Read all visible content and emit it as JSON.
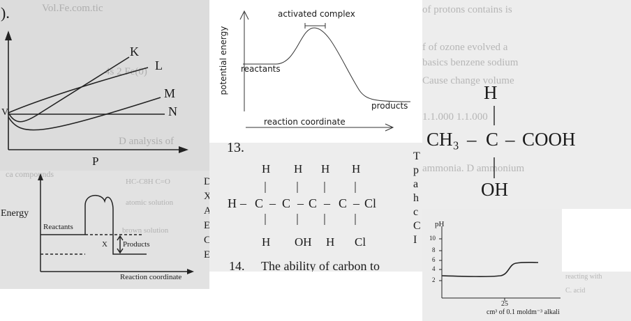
{
  "graph_klmn": {
    "fragment": ").",
    "curve_labels": [
      "K",
      "L",
      "M",
      "N"
    ],
    "x_label": "P",
    "y_stub": "V"
  },
  "energy_diagram_scan": {
    "y_label": "Energy",
    "reactants_label": "Reactants",
    "products_label": "Products",
    "x_marker": "X",
    "x_label": "Reaction coordinate",
    "side_letters": [
      "D",
      "X",
      "A",
      "E",
      "C",
      "E"
    ]
  },
  "energy_profile": {
    "peak_label": "activated complex",
    "y_label": "potential energy",
    "start_label": "reactants",
    "end_label": "products",
    "x_label": "reaction coordinate"
  },
  "structure_1": {
    "question_number": "13.",
    "top_row": [
      "H",
      "H",
      "H",
      "H"
    ],
    "left_h": "H",
    "chain": [
      "C",
      "C",
      "C",
      "C"
    ],
    "end_group": "Cl",
    "bottom_row": [
      "H",
      "OH",
      "H",
      "Cl"
    ],
    "next_question": "14.",
    "next_question_text": "The ability of carbon to",
    "side_fragments": [
      "T",
      "p",
      "a",
      "h",
      "c",
      "C",
      "I"
    ]
  },
  "structure_2": {
    "top": "H",
    "left": "CH₃",
    "center": "C",
    "right": "COOH",
    "bottom": "OH",
    "dash": "–"
  },
  "ph_curve": {
    "y_label": "pH",
    "y_ticks": [
      "10",
      "8",
      "6",
      "4",
      "2"
    ],
    "x_tick": "25",
    "x_label": "cm³ of 0.1 moldm⁻³ alkali"
  }
}
